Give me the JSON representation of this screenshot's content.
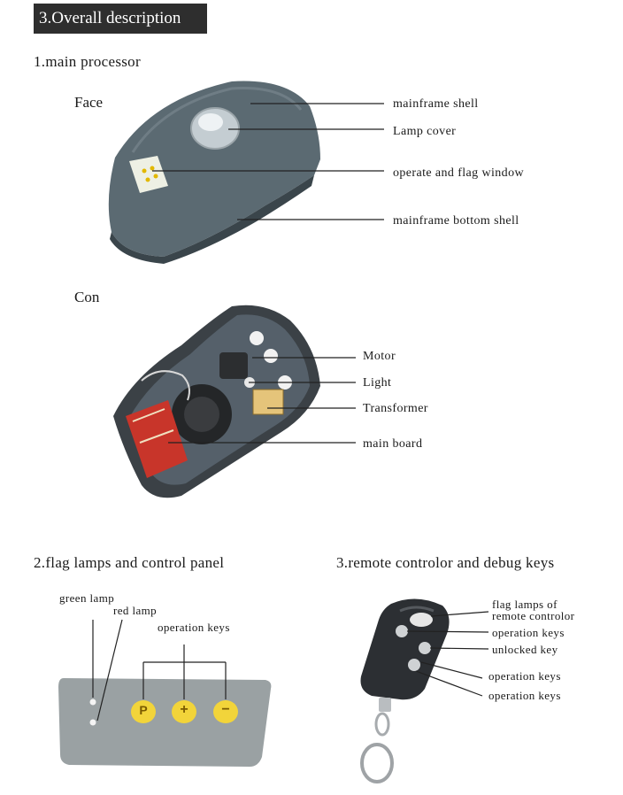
{
  "section_title": "3.Overall description",
  "part1": {
    "heading": "1.main processor",
    "face": {
      "title": "Face",
      "labels": [
        "mainframe shell",
        "Lamp cover",
        "operate and flag window",
        "mainframe bottom shell"
      ]
    },
    "con": {
      "title": "Con",
      "labels": [
        "Motor",
        "Light",
        "Transformer",
        "main board"
      ]
    }
  },
  "part2": {
    "heading": "2.flag lamps and control panel",
    "green_lamp": "green lamp",
    "red_lamp": "red lamp",
    "operation_keys": "operation keys",
    "keys": [
      "P",
      "+",
      "−"
    ]
  },
  "part3": {
    "heading": "3.remote controlor and debug keys",
    "flag_line1": "flag lamps of",
    "flag_line2": "remote controlor",
    "labels": [
      "operation keys",
      "unlocked key",
      "operation keys",
      "operation keys"
    ]
  },
  "colors": {
    "shell": "#5b6a72",
    "shell_dark": "#3a454b",
    "board": "#c8352a",
    "panel": "#9aa1a3",
    "key_yellow": "#f2d43a",
    "remote": "#2c2f33"
  }
}
